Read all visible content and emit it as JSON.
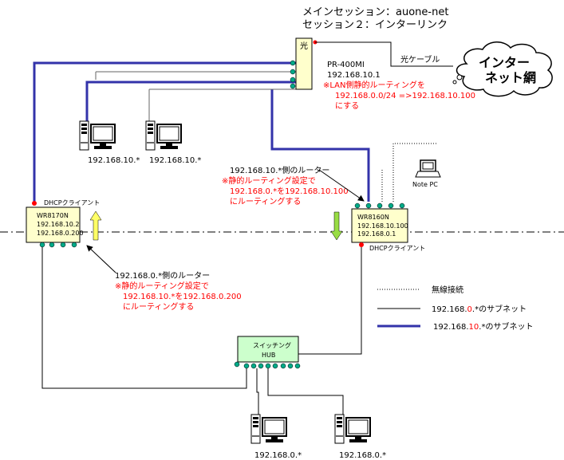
{
  "header": {
    "session_main": "メインセッション：auone-net",
    "session_2": "セッション２：インターリンク"
  },
  "optical": {
    "label": "光",
    "cable_label": "光ケーブル",
    "router_name": "PR-400MI",
    "router_ip": "192.168.10.1",
    "note_1": "※LAN側静的ルーティングを",
    "note_2": "192.168.0.0/24 =>192.168.10.100",
    "note_3": "にする"
  },
  "internet": {
    "line1": "インター",
    "line2": "ネット網"
  },
  "top_pcs": [
    "192.168.10.*",
    "192.168.10.*"
  ],
  "router_left": {
    "dhcp": "DHCPクライアント",
    "model": "WR8170N",
    "ip1": "192.168.10.2",
    "ip2": "192.168.0.200",
    "callout_title": "192.168.0.*側のルーター",
    "callout_1": "※静的ルーティング設定で",
    "callout_2": "192.168.10.*を192.168.0.200",
    "callout_3": "にルーティングする"
  },
  "router_right": {
    "dhcp": "DHCPクライアント",
    "model": "WR8160N",
    "ip1": "192.168.10.100",
    "ip2": "192.168.0.1",
    "callout_title": "192.168.10.*側のルーター",
    "callout_1": "※静的ルーティング設定で",
    "callout_2": "192.168.0.*を192.168.10.100",
    "callout_3": "にルーティングする"
  },
  "note_pc": {
    "label": "Note PC"
  },
  "legend": {
    "wireless": "無線接続",
    "subnet0_prefix": "192.168.",
    "subnet0_mid": "0",
    "subnet0_suffix": ".*のサブネット",
    "subnet10_prefix": "192.168.",
    "subnet10_mid": "10",
    "subnet10_suffix": ".*のサブネット"
  },
  "hub": {
    "line1": "スイッチング",
    "line2": "HUB"
  },
  "bottom_pcs": [
    "192.168.0.*",
    "192.168.0.*"
  ],
  "colors": {
    "blue_line": "#3333aa",
    "box_fill": "#ffffcc",
    "hub_fill": "#ccffcc",
    "port": "#00aa88",
    "red_dot": "#ff0000",
    "arrow_fill": "#ffff66",
    "arrow_down_fill": "#99dd44"
  }
}
